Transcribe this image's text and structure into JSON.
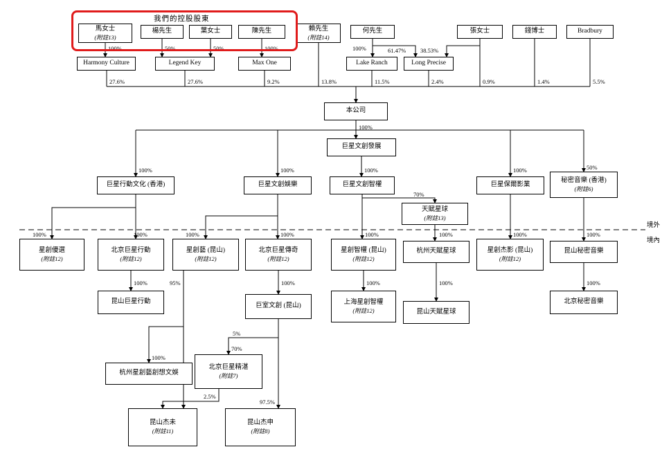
{
  "header": {
    "title": "我們的控股股東"
  },
  "region": {
    "offshore": "境外",
    "onshore": "境內"
  },
  "nodes": {
    "ma": {
      "name": "馬女士",
      "note": "(附註13)"
    },
    "yang": {
      "name": "楊先生"
    },
    "ye": {
      "name": "葉女士"
    },
    "chen": {
      "name": "陳先生"
    },
    "lai": {
      "name": "賴先生",
      "note": "(附註14)"
    },
    "he": {
      "name": "何先生"
    },
    "zhang": {
      "name": "張女士"
    },
    "qian": {
      "name": "錢博士"
    },
    "bradbury": {
      "name": "Bradbury"
    },
    "harmony": {
      "name": "Harmony Culture"
    },
    "legend": {
      "name": "Legend Key"
    },
    "maxone": {
      "name": "Max One"
    },
    "lake": {
      "name": "Lake Ranch"
    },
    "long": {
      "name": "Long Precise"
    },
    "company": {
      "name": "本公司"
    },
    "dev": {
      "name": "巨星文創發展"
    },
    "action_hk": {
      "name": "巨星行動文化 (香港)"
    },
    "ent": {
      "name": "巨星文創娛樂"
    },
    "ip": {
      "name": "巨星文創智權"
    },
    "paul": {
      "name": "巨星保爾影業"
    },
    "secret_hk": {
      "name": "秘密音樂 (香港)",
      "note": "(附註6)"
    },
    "talent": {
      "name": "天賦星球",
      "note": "(附註13)"
    },
    "youxuan": {
      "name": "星創優選",
      "note": "(附註12)"
    },
    "bj_action": {
      "name": "北京巨星行動",
      "note": "(附註12)"
    },
    "xchuangyi": {
      "name": "星創藝 (昆山)",
      "note": "(附註12)"
    },
    "bj_legend": {
      "name": "北京巨星傳奇",
      "note": "(附註12)"
    },
    "ip_ks": {
      "name": "星創智權 (昆山)",
      "note": "(附註12)"
    },
    "hz_talent": {
      "name": "杭州天賦星球"
    },
    "jieying": {
      "name": "星創杰影 (昆山)",
      "note": "(附註12)"
    },
    "ks_secret": {
      "name": "昆山秘密音樂"
    },
    "ks_action": {
      "name": "昆山巨星行動"
    },
    "jushi": {
      "name": "巨室文創 (昆山)"
    },
    "sh_ip": {
      "name": "上海星創智權",
      "note": "(附註12)"
    },
    "ks_talent": {
      "name": "昆山天賦星球"
    },
    "bj_secret": {
      "name": "北京秘密音樂"
    },
    "hz_cx": {
      "name": "杭州星創藝創想文娛"
    },
    "bj_jingzhan": {
      "name": "北京巨星精湛",
      "note": "(附註7)"
    },
    "ks_jiewei": {
      "name": "昆山杰未",
      "note": "(附註11)"
    },
    "ks_jieshen": {
      "name": "昆山杰申",
      "note": "(附註8)"
    }
  },
  "pct": {
    "ma": "100%",
    "yang": "50%",
    "ye": "50%",
    "chen": "100%",
    "he_lake": "100%",
    "he_long": "61.47%",
    "zhang_long": "38.53%",
    "harmony": "27.6%",
    "legend": "27.6%",
    "maxone": "9.2%",
    "lai": "13.8%",
    "lake": "11.5%",
    "long": "2.4%",
    "zhang": "0.9%",
    "qian": "1.4%",
    "bradbury": "5.5%",
    "dev": "100%",
    "action_hk": "100%",
    "ent": "100%",
    "ip": "100%",
    "paul": "100%",
    "secret_hk": "50%",
    "talent": "70%",
    "youxuan": "100%",
    "bj_action": "100%",
    "xchuangyi": "100%",
    "bj_legend": "100%",
    "ip_ks": "100%",
    "hz_talent": "100%",
    "jieying": "100%",
    "ks_secret": "100%",
    "ks_action": "100%",
    "jushi": "100%",
    "sh_ip": "100%",
    "ks_talent": "100%",
    "bj_secret": "100%",
    "hz_cx": "100%",
    "jiewei_95": "95%",
    "jingzhan_5": "5%",
    "jingzhan_70": "70%",
    "jiewei_25": "2.5%",
    "jieshen_975": "97.5%"
  }
}
